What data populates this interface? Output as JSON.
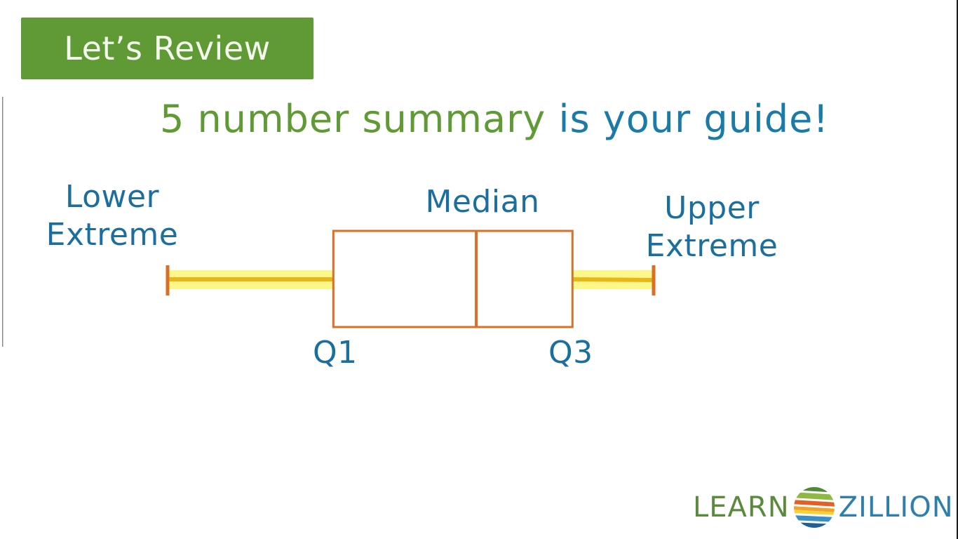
{
  "banner": {
    "label": "Let’s Review",
    "color": "#5f9a35"
  },
  "title": {
    "part1": "5 number summary",
    "part2": "is your guide!",
    "color_part1": "#5f9a35",
    "color_part2": "#1a7aa8"
  },
  "labels": {
    "lower_line1": "Lower",
    "lower_line2": "Extreme",
    "median": "Median",
    "upper_line1": "Upper",
    "upper_line2": "Extreme",
    "q1": "Q1",
    "q3": "Q3"
  },
  "colors": {
    "label_blue": "#1a6f9e",
    "box_orange": "#d9702a",
    "whisker_highlight": "#fdf78a",
    "whisker_line": "#e8b61a"
  },
  "chart_data": {
    "type": "boxplot",
    "title": "5 number summary is your guide!",
    "summary_points": [
      "Lower Extreme",
      "Q1",
      "Median",
      "Q3",
      "Upper Extreme"
    ],
    "relative_positions": {
      "lower_extreme": 0.0,
      "q1": 0.341,
      "median": 0.635,
      "q3": 0.833,
      "upper_extreme": 1.0
    },
    "axis": "none",
    "grid": false
  },
  "logo": {
    "left": "LEARN",
    "right": "ZILLION"
  }
}
